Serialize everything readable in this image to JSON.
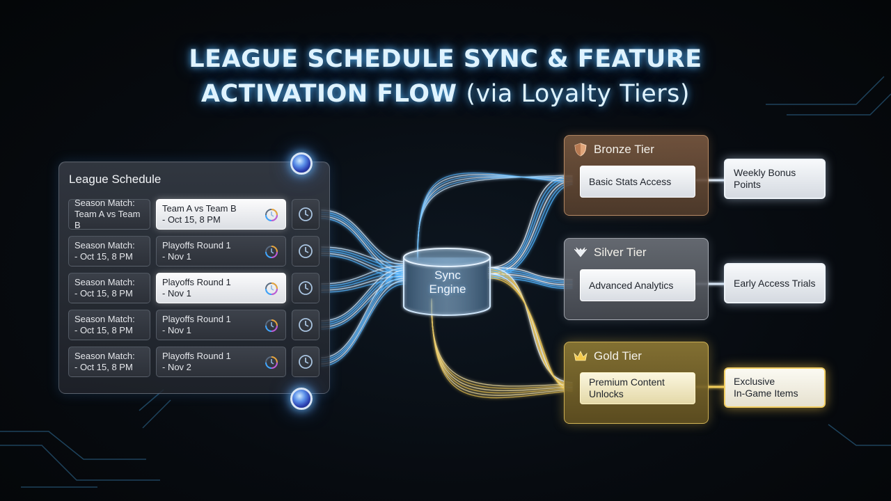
{
  "title": {
    "line1": "LEAGUE SCHEDULE SYNC & FEATURE",
    "line2_main": "ACTIVATION FLOW",
    "line2_suffix": "(via Loyalty Tiers)"
  },
  "schedule": {
    "title": "League Schedule",
    "rows": [
      {
        "left_line1": "Season Match:",
        "left_line2": "Team A vs Team B",
        "mid_line1": "Team A vs Team B",
        "mid_line2": "- Oct 15, 8 PM",
        "highlighted": true
      },
      {
        "left_line1": "Season Match:",
        "left_line2": "- Oct 15, 8 PM",
        "mid_line1": "Playoffs Round 1",
        "mid_line2": "- Nov 1",
        "highlighted": false
      },
      {
        "left_line1": "Season Match:",
        "left_line2": "- Oct 15, 8 PM",
        "mid_line1": "Playoffs Round 1",
        "mid_line2": "- Nov 1",
        "highlighted": true
      },
      {
        "left_line1": "Season Match:",
        "left_line2": "- Oct 15, 8 PM",
        "mid_line1": "Playoffs Round 1",
        "mid_line2": "- Nov 1",
        "highlighted": false
      },
      {
        "left_line1": "Season Match:",
        "left_line2": "- Oct 15, 8 PM",
        "mid_line1": "Playoffs Round 1",
        "mid_line2": "- Nov 2",
        "highlighted": false
      }
    ]
  },
  "engine": {
    "line1": "Sync",
    "line2": "Engine"
  },
  "tiers": [
    {
      "name": "Bronze Tier",
      "icon": "shield-icon",
      "feature": "Basic Stats Access",
      "reward_line1": "Weekly Bonus",
      "reward_line2": "Points",
      "color": "#b98a62"
    },
    {
      "name": "Silver Tier",
      "icon": "wings-icon",
      "feature": "Advanced Analytics",
      "reward_line1": "Early Access Trials",
      "reward_line2": "",
      "color": "#c9ced6"
    },
    {
      "name": "Gold Tier",
      "icon": "crown-icon",
      "feature_line1": "Premium Content",
      "feature_line2": "Unlocks",
      "reward_line1": "Exclusive",
      "reward_line2": "In-Game Items",
      "color": "#e8c24e"
    }
  ],
  "colors": {
    "glow_blue": "#4fb4ff",
    "flow_gold": "#e8c24e",
    "background": "#070b10"
  }
}
